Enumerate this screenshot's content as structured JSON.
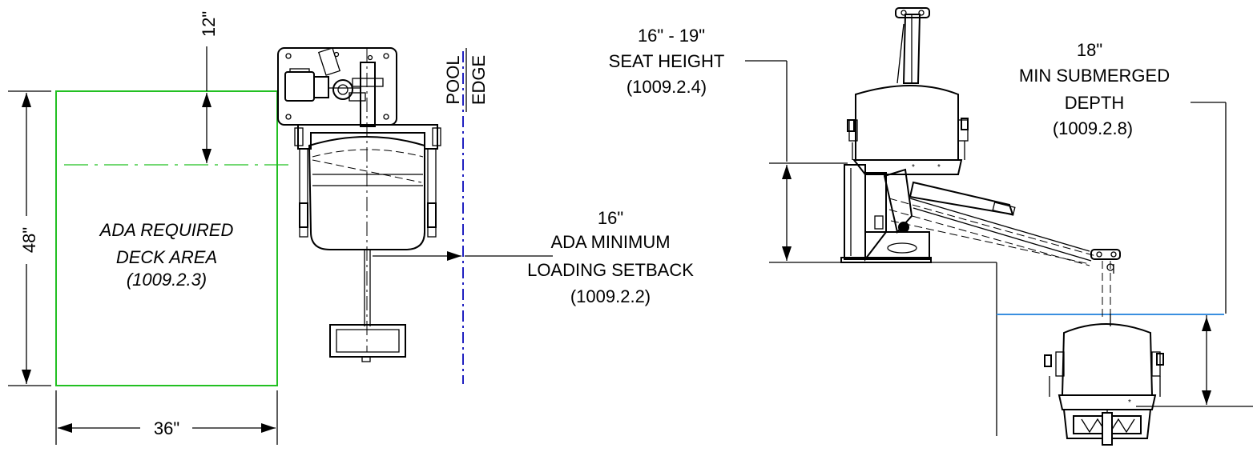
{
  "colors": {
    "deck_area": "#22c022",
    "pool_edge": "#2020c0",
    "water_line": "#3a8fe0",
    "linework": "#000000"
  },
  "top_view": {
    "top_offset": "12\"",
    "depth": "48\"",
    "width": "36\"",
    "pool_edge": [
      "POOL",
      "EDGE"
    ],
    "deck_area": [
      "ADA REQUIRED",
      "DECK AREA",
      "(1009.2.3)"
    ],
    "setback": [
      "16\"",
      "ADA MINIMUM",
      "LOADING SETBACK",
      "(1009.2.2)"
    ]
  },
  "side_view": {
    "seat_height": [
      "16\" - 19\"",
      "SEAT HEIGHT",
      "(1009.2.4)"
    ],
    "submerged": [
      "18\"",
      "MIN SUBMERGED",
      "DEPTH",
      "(1009.2.8)"
    ]
  }
}
